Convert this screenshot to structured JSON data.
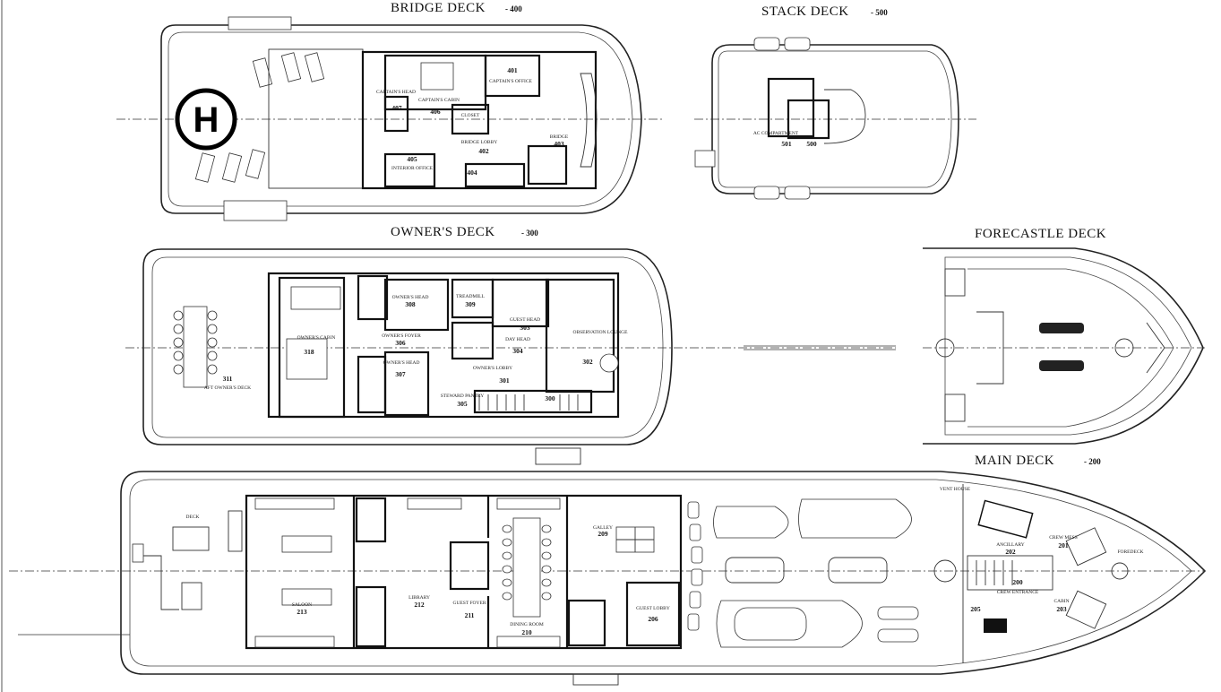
{
  "bridge_deck": {
    "title": "BRIDGE DECK",
    "code": "- 400",
    "helipad_mark": "H",
    "rooms": [
      {
        "label": "CAPTAIN'S CABIN",
        "number": "406"
      },
      {
        "label": "CAPTAIN'S HEAD",
        "number": "407"
      },
      {
        "label": "CAPTAIN'S OFFICE",
        "number": "401"
      },
      {
        "label": "BRIDGE LOBBY",
        "number": "402"
      },
      {
        "label": "BRIDGE",
        "number": "403"
      },
      {
        "label": "INTERIOR OFFICE",
        "number": "405"
      },
      {
        "label": "",
        "number": "404"
      },
      {
        "label": "CLOSET",
        "number": ""
      }
    ]
  },
  "stack_deck": {
    "title": "STACK DECK",
    "code": "- 500",
    "rooms": [
      {
        "label": "AC COMPARTMENT",
        "number": "501"
      },
      {
        "label": "",
        "number": "500"
      }
    ]
  },
  "owners_deck": {
    "title": "OWNER'S DECK",
    "code": "- 300",
    "rooms": [
      {
        "label": "OWNER'S CABIN",
        "number": "318"
      },
      {
        "label": "OWNER'S FOYER",
        "number": "306"
      },
      {
        "label": "OWNER'S HEAD",
        "number": "308"
      },
      {
        "label": "TREADMILL",
        "number": "309"
      },
      {
        "label": "OWNER'S LOBBY",
        "number": "301"
      },
      {
        "label": "OBSERVATION LOUNGE",
        "number": "302"
      },
      {
        "label": "GUEST HEAD",
        "number": "303"
      },
      {
        "label": "DAY HEAD",
        "number": "304"
      },
      {
        "label": "OWNER'S HEAD",
        "number": "307"
      },
      {
        "label": "STEWARD PANTRY",
        "number": "305"
      },
      {
        "label": "",
        "number": "300"
      },
      {
        "label": "AFT OWNER'S DECK",
        "number": "311"
      }
    ]
  },
  "forecastle_deck": {
    "title": "FORECASTLE DECK"
  },
  "main_deck": {
    "title": "MAIN DECK",
    "code": "- 200",
    "rooms": [
      {
        "label": "SALOON",
        "number": "213"
      },
      {
        "label": "LIBRARY",
        "number": "212"
      },
      {
        "label": "GUEST FOYER",
        "number": "211"
      },
      {
        "label": "DINING ROOM",
        "number": "210"
      },
      {
        "label": "GALLEY",
        "number": "209"
      },
      {
        "label": "GUEST LOBBY",
        "number": "206"
      },
      {
        "label": "CREW MESS",
        "number": "201"
      },
      {
        "label": "ANCILLARY",
        "number": "202"
      },
      {
        "label": "CABIN",
        "number": "203"
      },
      {
        "label": "CREW ENTRANCE",
        "number": "200"
      },
      {
        "label": "",
        "number": "205"
      },
      {
        "label": "DECK",
        "number": ""
      },
      {
        "label": "VENT HOUSE",
        "number": ""
      },
      {
        "label": "FOREDECK",
        "number": ""
      }
    ]
  }
}
